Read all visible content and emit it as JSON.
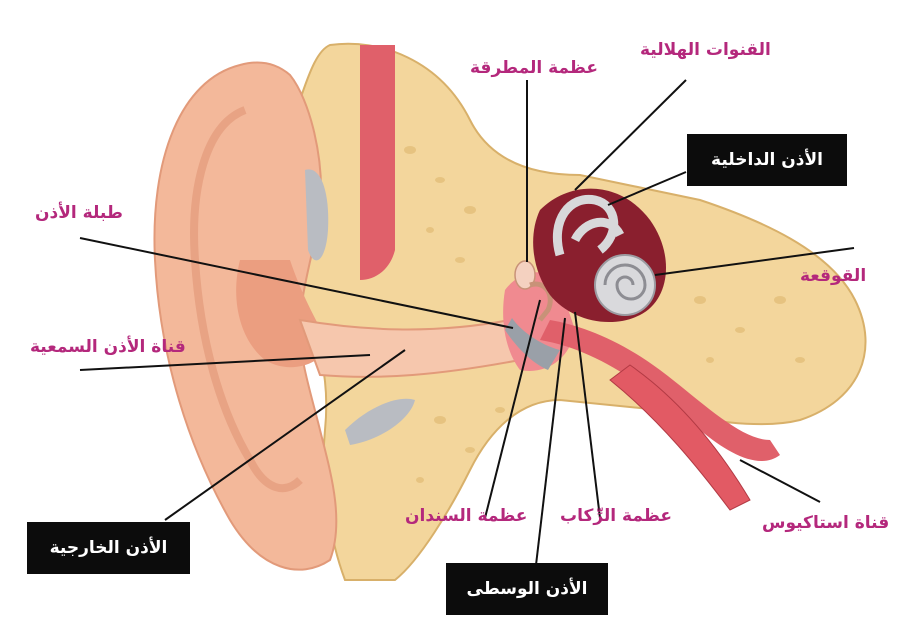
{
  "colors": {
    "label_text": "#b4287c",
    "box_bg": "#0c0c0c",
    "box_text": "#ffffff",
    "skin": "#f3b89a",
    "bone": "#f3d69c",
    "muscle": "#e0606a"
  },
  "labels": {
    "semicircular_canals": "القنوات الهلالية",
    "malleus": "عظمة المطرقة",
    "inner_ear": "الأذن الداخلية",
    "eardrum": "طبلة الأذن",
    "cochlea": "القوقعة",
    "ear_canal": "قناة الأذن السمعية",
    "outer_ear": "الأذن الخارجية",
    "incus": "عظمة السندان",
    "stapes": "عظمة الرِّكاب",
    "eustachian_tube": "قناة استاكيوس",
    "middle_ear": "الأذن الوسطى"
  }
}
